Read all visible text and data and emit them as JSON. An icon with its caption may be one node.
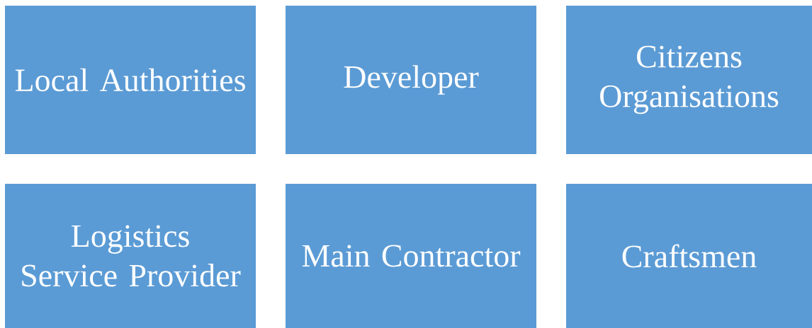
{
  "diagram": {
    "nodes": [
      {
        "text": [
          "Local Authorities"
        ]
      },
      {
        "text": [
          "Developer"
        ]
      },
      {
        "text": [
          "Citizens Organisations"
        ]
      },
      {
        "text": [
          "Logistics Service Provider"
        ]
      },
      {
        "text": [
          "Main Contractor"
        ]
      },
      {
        "text": [
          "Craftsmen"
        ]
      }
    ]
  }
}
